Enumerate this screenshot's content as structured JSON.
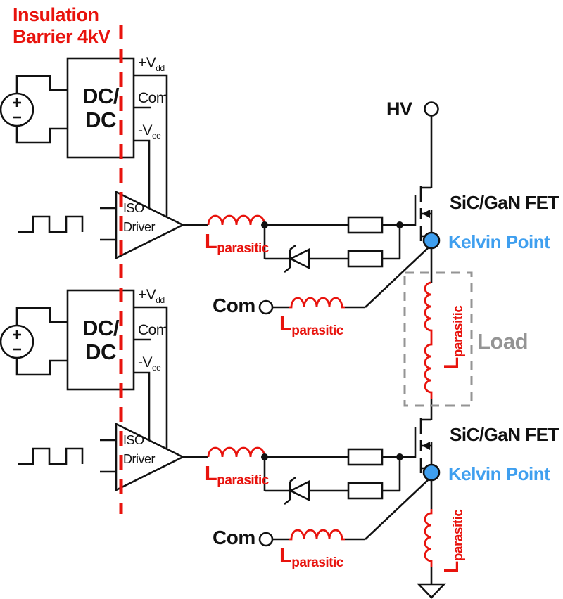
{
  "colors": {
    "red": "#E8130D",
    "blue": "#3F9FEF",
    "gray": "#949494",
    "line": "#111111"
  },
  "barrier": {
    "line1": "Insulation",
    "line2": "Barrier 4kV"
  },
  "dcdc": {
    "line1": "DC/",
    "line2": "DC"
  },
  "pins": {
    "vdd": "+V",
    "vdd_sub": "dd",
    "com": "Com",
    "vee": "-V",
    "vee_sub": "ee"
  },
  "driver": {
    "line1": "ISO",
    "line2": "Driver"
  },
  "labels": {
    "hv": "HV",
    "fet": "SiC/GaN FET",
    "kelvin": "Kelvin Point",
    "com": "Com",
    "load": "Load"
  },
  "parasitic": {
    "main": "L",
    "sub": "parasitic"
  }
}
